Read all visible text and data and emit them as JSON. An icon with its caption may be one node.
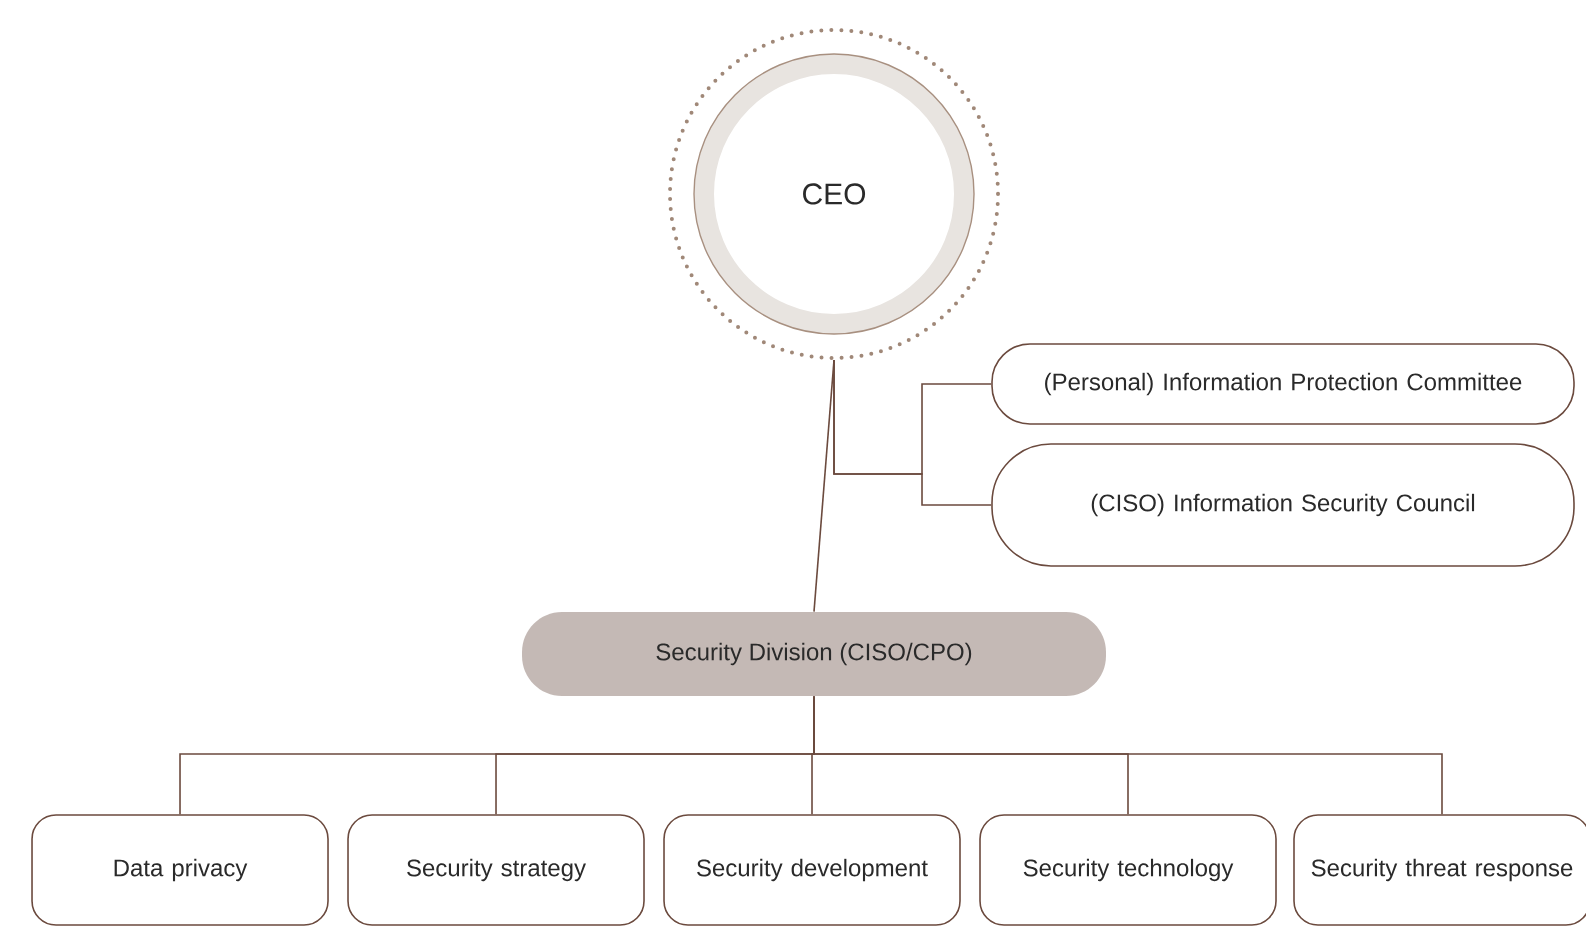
{
  "diagram": {
    "nodes": [
      {
        "text": [
          "CEO"
        ]
      },
      {
        "text": [
          "(Personal) Information Protection Committee"
        ]
      },
      {
        "text": [
          "(CISO) Information Security Council"
        ]
      },
      {
        "text": [
          "Security Division (CISO/CPO)"
        ]
      },
      {
        "text": [
          "Data privacy"
        ]
      },
      {
        "text": [
          "Security strategy"
        ]
      },
      {
        "text": [
          "Security development"
        ]
      },
      {
        "text": [
          "Security technology"
        ]
      },
      {
        "text": [
          "Security threat response"
        ]
      }
    ],
    "edges": [
      {
        "from": 0,
        "to": 1,
        "arrow": "none"
      },
      {
        "from": 0,
        "to": 2,
        "arrow": "none"
      },
      {
        "from": 0,
        "to": 3,
        "arrow": "none"
      },
      {
        "from": 3,
        "to": 4,
        "arrow": "none"
      },
      {
        "from": 3,
        "to": 5,
        "arrow": "none"
      },
      {
        "from": 3,
        "to": 6,
        "arrow": "none"
      },
      {
        "from": 3,
        "to": 7,
        "arrow": "none"
      },
      {
        "from": 3,
        "to": 8,
        "arrow": "none"
      }
    ]
  }
}
